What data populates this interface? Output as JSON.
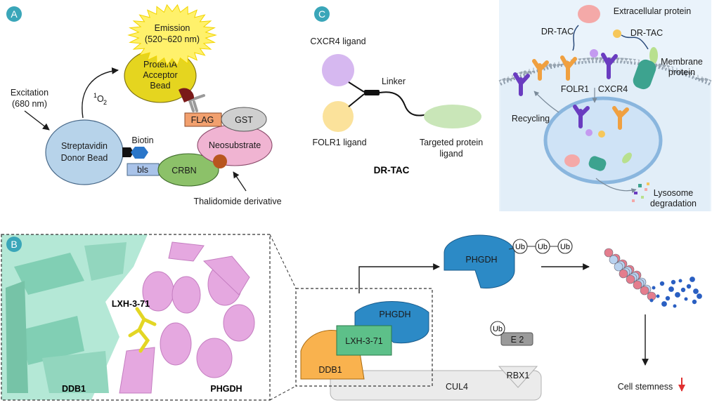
{
  "panel_a": {
    "badge": "A",
    "excitation_line1": "Excitation",
    "excitation_line2": "(680 nm)",
    "donor_line1": "Streptavidin",
    "donor_line2": "Donor Bead",
    "biotin": "Biotin",
    "bls": "bls",
    "crbn": "CRBN",
    "neosubstrate": "Neosubstrate",
    "thalidomide": "Thalidomide derivative",
    "flag": "FLAG",
    "gst": "GST",
    "singlet_oxygen_sup": "1",
    "singlet_oxygen_main": "O",
    "singlet_oxygen_sub": "2",
    "acceptor_line1": "ProteinA",
    "acceptor_line2": "Acceptor",
    "acceptor_line3": "Bead",
    "emission_line1": "Emission",
    "emission_line2": "(520~620 nm)"
  },
  "panel_c": {
    "badge": "C",
    "cxcr4_ligand": "CXCR4 ligand",
    "linker": "Linker",
    "folr1_ligand": "FOLR1 ligand",
    "targeted_line1": "Targeted protein",
    "targeted_line2": "ligand",
    "drtac_title": "DR-TAC",
    "extracellular": "Extracellular protein",
    "drtac_left": "DR-TAC",
    "drtac_right": "DR-TAC",
    "membrane_line1": "Membrane",
    "membrane_line2": "protein",
    "folr1": "FOLR1",
    "cxcr4": "CXCR4",
    "recycling": "Recycling",
    "lysosome_line1": "Lysosome",
    "lysosome_line2": "degradation"
  },
  "panel_b": {
    "badge": "B",
    "compound": "LXH-3-71",
    "ddb1_struct": "DDB1",
    "phgdh_struct": "PHGDH",
    "phgdh_complex": "PHGDH",
    "lxh_box": "LXH-3-71",
    "ddb1_complex": "DDB1",
    "cul4": "CUL4",
    "rbx1": "RBX1",
    "e2": "E 2",
    "ub": "Ub",
    "phgdh_ubiquitinated": "PHGDH",
    "ub_chain": [
      "Ub",
      "Ub",
      "Ub"
    ],
    "stemness": "Cell stemness"
  },
  "colors": {
    "badge": "#3aa6b9",
    "donor_bead": "#b7d3ea",
    "acceptor_bead": "#e5d51f",
    "crbn": "#8cc169",
    "neosubstrate": "#f0b4d2",
    "flag": "#f2a06e",
    "gst": "#cfcfcf",
    "ddb1": "#f9b24e",
    "phgdh": "#2c8ac6",
    "lxh_box": "#5dc089",
    "down_arrow": "#e03030"
  }
}
